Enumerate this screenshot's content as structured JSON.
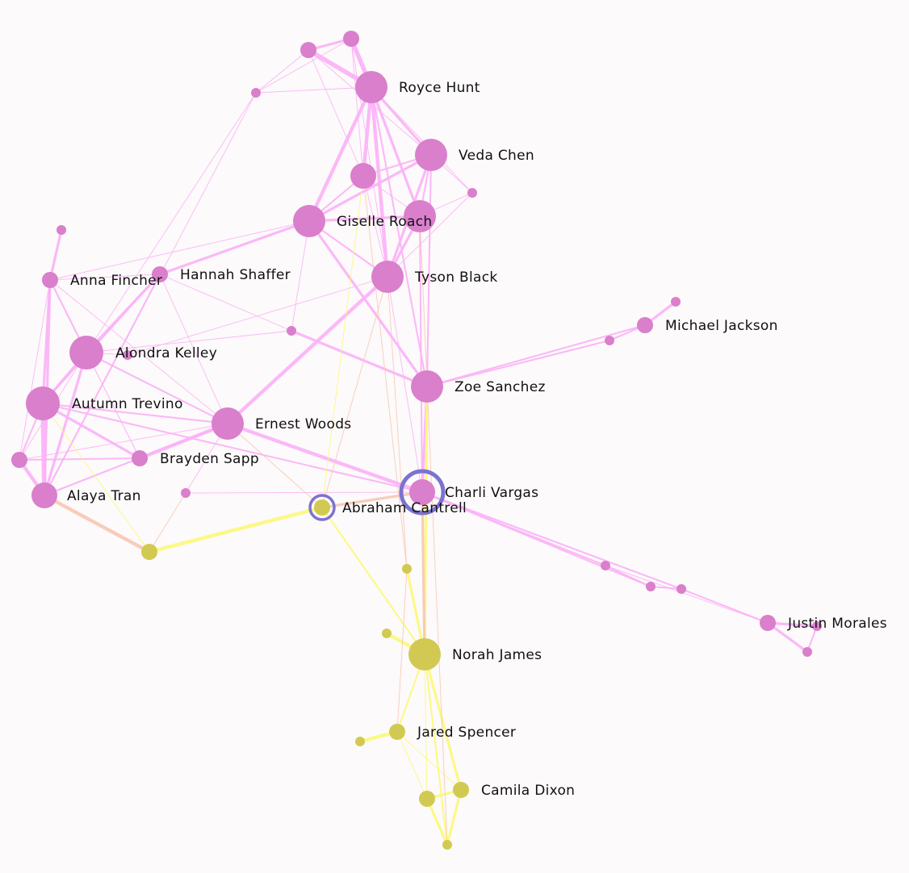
{
  "colors": {
    "background": "#fcfafa",
    "group_a_node": "#d97fcb",
    "group_a_edge": "#fbb2f7",
    "group_b_node": "#d2c953",
    "group_b_edge": "#fcf87a",
    "mixed_edge": "#f7c8b4",
    "highlight_ring": "#7b73cf",
    "label": "#111111"
  },
  "nodes": [
    {
      "id": "n_top1",
      "label": "",
      "group": "a",
      "size": "s"
    },
    {
      "id": "n_top2",
      "label": "",
      "group": "a",
      "size": "s"
    },
    {
      "id": "royce",
      "label": "Royce Hunt",
      "group": "a",
      "size": "l"
    },
    {
      "id": "n_tl",
      "label": "",
      "group": "a",
      "size": "xs"
    },
    {
      "id": "veda",
      "label": "Veda Chen",
      "group": "a",
      "size": "l"
    },
    {
      "id": "n_mid",
      "label": "",
      "group": "a",
      "size": "m"
    },
    {
      "id": "n_right1",
      "label": "",
      "group": "a",
      "size": "xs"
    },
    {
      "id": "giselle",
      "label": "Giselle Roach",
      "group": "a",
      "size": "l"
    },
    {
      "id": "n_giselle2",
      "label": "",
      "group": "a",
      "size": "l"
    },
    {
      "id": "tyson",
      "label": "Tyson Black",
      "group": "a",
      "size": "l"
    },
    {
      "id": "n_far_left",
      "label": "",
      "group": "a",
      "size": "xs"
    },
    {
      "id": "anna",
      "label": "Anna Fincher",
      "group": "a",
      "size": "s"
    },
    {
      "id": "hannah",
      "label": "Hannah Shaffer",
      "group": "a",
      "size": "s"
    },
    {
      "id": "n_center",
      "label": "",
      "group": "a",
      "size": "xs"
    },
    {
      "id": "n_mj1",
      "label": "",
      "group": "a",
      "size": "xs"
    },
    {
      "id": "michael",
      "label": "Michael Jackson",
      "group": "a",
      "size": "s"
    },
    {
      "id": "n_mj2",
      "label": "",
      "group": "a",
      "size": "xs"
    },
    {
      "id": "alondra",
      "label": "Alondra Kelley",
      "group": "a",
      "size": "xl"
    },
    {
      "id": "n_alondra2",
      "label": "",
      "group": "a",
      "size": "xs"
    },
    {
      "id": "zoe",
      "label": "Zoe Sanchez",
      "group": "a",
      "size": "l"
    },
    {
      "id": "autumn",
      "label": "Autumn Trevino",
      "group": "a",
      "size": "xl"
    },
    {
      "id": "ernest",
      "label": "Ernest Woods",
      "group": "a",
      "size": "l"
    },
    {
      "id": "n_left_edge",
      "label": "",
      "group": "a",
      "size": "s"
    },
    {
      "id": "brayden",
      "label": "Brayden Sapp",
      "group": "a",
      "size": "s"
    },
    {
      "id": "alaya",
      "label": "Alaya Tran",
      "group": "a",
      "size": "m"
    },
    {
      "id": "n_small_center",
      "label": "",
      "group": "a",
      "size": "xs"
    },
    {
      "id": "charli",
      "label": "Charli Vargas",
      "group": "a",
      "size": "m",
      "highlight": true
    },
    {
      "id": "abraham",
      "label": "Abraham Cantrell",
      "group": "b",
      "size": "s",
      "highlight": true
    },
    {
      "id": "n_yellow_left",
      "label": "",
      "group": "b",
      "size": "s"
    },
    {
      "id": "n_chain1",
      "label": "",
      "group": "a",
      "size": "xs"
    },
    {
      "id": "n_chain2",
      "label": "",
      "group": "a",
      "size": "xs"
    },
    {
      "id": "n_chain3",
      "label": "",
      "group": "a",
      "size": "xs"
    },
    {
      "id": "justin",
      "label": "Justin Morales",
      "group": "a",
      "size": "s"
    },
    {
      "id": "n_justin2",
      "label": "",
      "group": "a",
      "size": "xs"
    },
    {
      "id": "n_justin3",
      "label": "",
      "group": "a",
      "size": "xs"
    },
    {
      "id": "n_y1",
      "label": "",
      "group": "b",
      "size": "xs"
    },
    {
      "id": "n_y2",
      "label": "",
      "group": "b",
      "size": "xs"
    },
    {
      "id": "norah",
      "label": "Norah James",
      "group": "b",
      "size": "l"
    },
    {
      "id": "n_y3",
      "label": "",
      "group": "b",
      "size": "xs"
    },
    {
      "id": "jared",
      "label": "Jared Spencer",
      "group": "b",
      "size": "s"
    },
    {
      "id": "camila",
      "label": "Camila Dixon",
      "group": "b",
      "size": "s"
    },
    {
      "id": "n_y4",
      "label": "",
      "group": "b",
      "size": "s"
    },
    {
      "id": "n_y5",
      "label": "",
      "group": "b",
      "size": "xs"
    }
  ],
  "edges": [
    [
      "n_top1",
      "n_top2",
      "a",
      3
    ],
    [
      "n_top1",
      "royce",
      "a",
      5
    ],
    [
      "n_top2",
      "royce",
      "a",
      5
    ],
    [
      "n_top1",
      "n_tl",
      "a",
      1
    ],
    [
      "n_top2",
      "n_tl",
      "a",
      1
    ],
    [
      "n_tl",
      "royce",
      "a",
      1
    ],
    [
      "n_top1",
      "n_mid",
      "a",
      1
    ],
    [
      "n_top2",
      "n_mid",
      "a",
      1
    ],
    [
      "n_top2",
      "tyson",
      "a",
      1
    ],
    [
      "n_top2",
      "n_giselle2",
      "a",
      1
    ],
    [
      "n_top1",
      "veda",
      "a",
      1
    ],
    [
      "royce",
      "veda",
      "a",
      3
    ],
    [
      "royce",
      "n_mid",
      "a",
      4
    ],
    [
      "royce",
      "giselle",
      "a",
      4
    ],
    [
      "royce",
      "tyson",
      "a",
      4
    ],
    [
      "royce",
      "n_giselle2",
      "a",
      3
    ],
    [
      "royce",
      "zoe",
      "a",
      2
    ],
    [
      "royce",
      "n_right1",
      "a",
      1
    ],
    [
      "veda",
      "n_mid",
      "a",
      2
    ],
    [
      "veda",
      "giselle",
      "a",
      3
    ],
    [
      "veda",
      "tyson",
      "a",
      3
    ],
    [
      "veda",
      "n_giselle2",
      "a",
      2
    ],
    [
      "veda",
      "n_right1",
      "a",
      1
    ],
    [
      "veda",
      "zoe",
      "a",
      2
    ],
    [
      "n_mid",
      "giselle",
      "a",
      2
    ],
    [
      "n_mid",
      "tyson",
      "a",
      1
    ],
    [
      "n_mid",
      "n_giselle2",
      "a",
      1
    ],
    [
      "n_right1",
      "n_giselle2",
      "a",
      1
    ],
    [
      "n_right1",
      "tyson",
      "a",
      1
    ],
    [
      "giselle",
      "n_giselle2",
      "a",
      3
    ],
    [
      "giselle",
      "tyson",
      "a",
      2
    ],
    [
      "giselle",
      "hannah",
      "a",
      3
    ],
    [
      "giselle",
      "anna",
      "a",
      1
    ],
    [
      "giselle",
      "zoe",
      "a",
      3
    ],
    [
      "giselle",
      "n_center",
      "a",
      1
    ],
    [
      "n_giselle2",
      "tyson",
      "a",
      3
    ],
    [
      "n_giselle2",
      "charli",
      "a",
      2
    ],
    [
      "tyson",
      "ernest",
      "a",
      4
    ],
    [
      "tyson",
      "n_alondra2",
      "a",
      1
    ],
    [
      "tyson",
      "charli",
      "a",
      1
    ],
    [
      "n_tl",
      "alondra",
      "a",
      1
    ],
    [
      "n_tl",
      "alaya",
      "a",
      1
    ],
    [
      "n_far_left",
      "anna",
      "a",
      3
    ],
    [
      "anna",
      "hannah",
      "a",
      1
    ],
    [
      "anna",
      "alondra",
      "a",
      2
    ],
    [
      "anna",
      "autumn",
      "a",
      3
    ],
    [
      "anna",
      "alaya",
      "a",
      3
    ],
    [
      "anna",
      "n_left_edge",
      "a",
      1
    ],
    [
      "anna",
      "ernest",
      "a",
      1
    ],
    [
      "anna",
      "brayden",
      "a",
      1
    ],
    [
      "hannah",
      "alondra",
      "a",
      3
    ],
    [
      "hannah",
      "autumn",
      "a",
      2
    ],
    [
      "hannah",
      "n_center",
      "a",
      1
    ],
    [
      "hannah",
      "ernest",
      "a",
      1
    ],
    [
      "hannah",
      "alaya",
      "a",
      2
    ],
    [
      "n_center",
      "zoe",
      "a",
      3
    ],
    [
      "n_center",
      "alondra",
      "a",
      1
    ],
    [
      "alondra",
      "autumn",
      "a",
      3
    ],
    [
      "alondra",
      "ernest",
      "a",
      2
    ],
    [
      "alondra",
      "brayden",
      "a",
      1
    ],
    [
      "alondra",
      "alaya",
      "a",
      3
    ],
    [
      "alondra",
      "n_left_edge",
      "a",
      1
    ],
    [
      "alondra",
      "n_alondra2",
      "a",
      1
    ],
    [
      "autumn",
      "ernest",
      "a",
      2
    ],
    [
      "autumn",
      "brayden",
      "a",
      3
    ],
    [
      "autumn",
      "alaya",
      "a",
      5
    ],
    [
      "autumn",
      "n_left_edge",
      "a",
      2
    ],
    [
      "autumn",
      "charli",
      "a",
      2
    ],
    [
      "ernest",
      "brayden",
      "a",
      4
    ],
    [
      "ernest",
      "charli",
      "a",
      4
    ],
    [
      "ernest",
      "alaya",
      "a",
      2
    ],
    [
      "ernest",
      "n_small_center",
      "a",
      1
    ],
    [
      "ernest",
      "n_left_edge",
      "a",
      1
    ],
    [
      "brayden",
      "alaya",
      "a",
      1
    ],
    [
      "brayden",
      "n_left_edge",
      "a",
      2
    ],
    [
      "n_left_edge",
      "alaya",
      "a",
      4
    ],
    [
      "n_small_center",
      "charli",
      "a",
      1
    ],
    [
      "n_small_center",
      "n_yellow_left",
      "m",
      1
    ],
    [
      "zoe",
      "charli",
      "a",
      3
    ],
    [
      "zoe",
      "michael",
      "a",
      2
    ],
    [
      "zoe",
      "n_mj1",
      "a",
      2
    ],
    [
      "n_mj1",
      "michael",
      "a",
      2
    ],
    [
      "michael",
      "n_mj2",
      "a",
      3
    ],
    [
      "charli",
      "n_chain1",
      "a",
      2
    ],
    [
      "charli",
      "n_chain2",
      "a",
      2
    ],
    [
      "charli",
      "n_chain3",
      "a",
      2
    ],
    [
      "n_chain1",
      "n_chain2",
      "a",
      2
    ],
    [
      "n_chain2",
      "n_chain3",
      "a",
      2
    ],
    [
      "n_chain3",
      "justin",
      "a",
      2
    ],
    [
      "n_chain1",
      "justin",
      "a",
      1
    ],
    [
      "justin",
      "n_justin2",
      "a",
      3
    ],
    [
      "justin",
      "n_justin3",
      "a",
      3
    ],
    [
      "n_justin2",
      "n_justin3",
      "a",
      2
    ],
    [
      "charli",
      "abraham",
      "m",
      3
    ],
    [
      "abraham",
      "n_yellow_left",
      "b",
      4
    ],
    [
      "alaya",
      "n_yellow_left",
      "m",
      4
    ],
    [
      "autumn",
      "n_yellow_left",
      "b",
      1
    ],
    [
      "ernest",
      "abraham",
      "m",
      1
    ],
    [
      "abraham",
      "norah",
      "b",
      2
    ],
    [
      "abraham",
      "n_mid",
      "b",
      1
    ],
    [
      "abraham",
      "tyson",
      "m",
      1
    ],
    [
      "n_mid",
      "n_y1",
      "m",
      1
    ],
    [
      "tyson",
      "n_y1",
      "m",
      1
    ],
    [
      "n_y1",
      "norah",
      "b",
      3
    ],
    [
      "zoe",
      "norah",
      "b",
      3
    ],
    [
      "charli",
      "norah",
      "m",
      3
    ],
    [
      "n_y2",
      "norah",
      "b",
      4
    ],
    [
      "norah",
      "jared",
      "b",
      2
    ],
    [
      "norah",
      "camila",
      "b",
      3
    ],
    [
      "norah",
      "n_y4",
      "b",
      1
    ],
    [
      "norah",
      "n_y5",
      "b",
      2
    ],
    [
      "n_y1",
      "jared",
      "m",
      1
    ],
    [
      "jared",
      "n_y3",
      "b",
      4
    ],
    [
      "jared",
      "camila",
      "b",
      1
    ],
    [
      "jared",
      "n_y4",
      "b",
      1
    ],
    [
      "camila",
      "n_y4",
      "b",
      3
    ],
    [
      "camila",
      "n_y5",
      "b",
      3
    ],
    [
      "n_y4",
      "n_y5",
      "b",
      3
    ],
    [
      "n_giselle2",
      "n_y5",
      "m",
      1
    ]
  ]
}
